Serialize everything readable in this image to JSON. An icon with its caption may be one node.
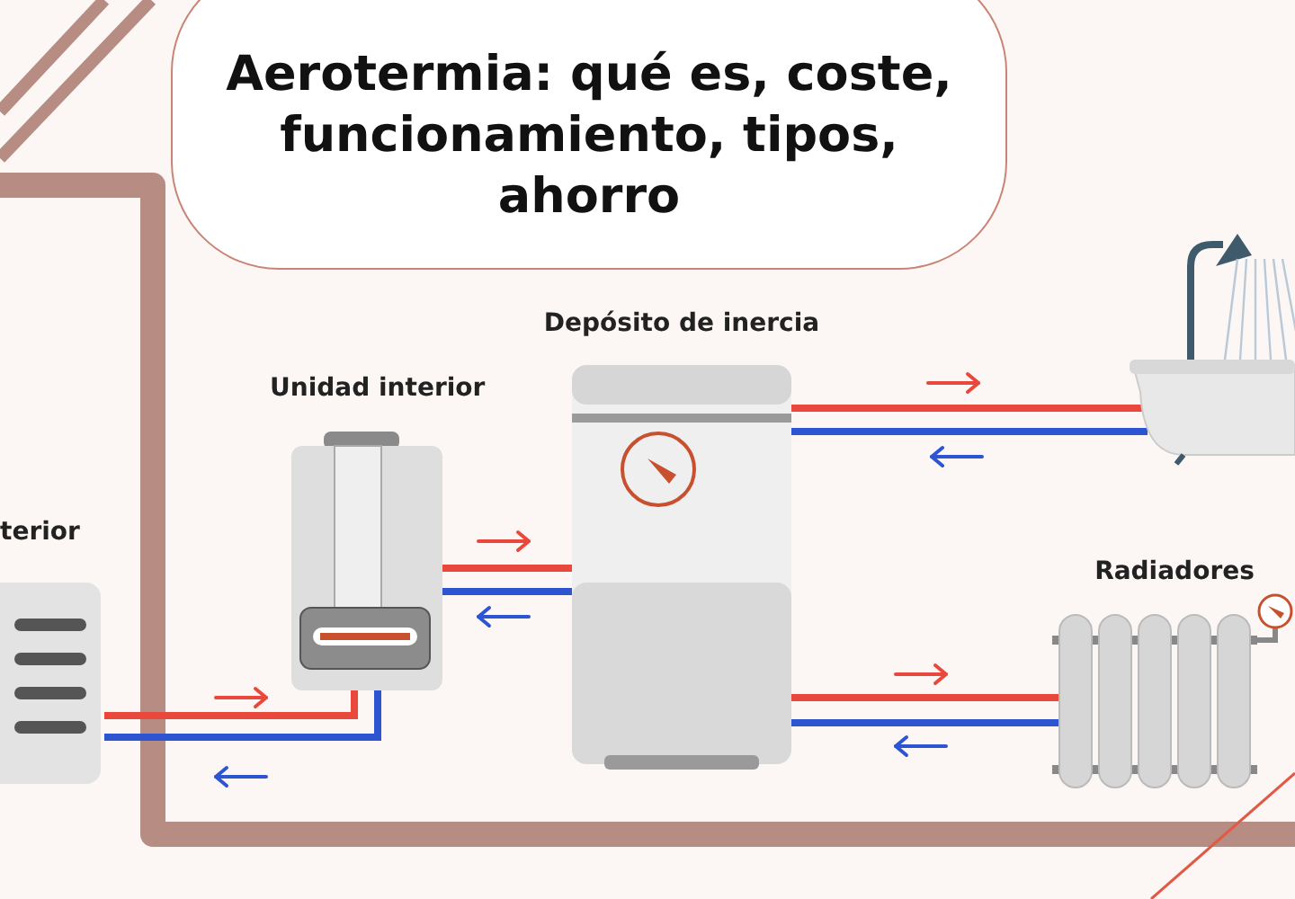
{
  "diagram": {
    "title": "Aerotermia: qué es, coste, funcionamiento, tipos, ahorro",
    "nodes": [
      {
        "text": [
          "terior"
        ]
      },
      {
        "text": [
          "Unidad interior"
        ]
      },
      {
        "text": [
          "Depósito de inercia"
        ]
      },
      {
        "text": [],
        "shape": "picture"
      },
      {
        "text": [
          "Radiadores"
        ]
      }
    ],
    "edges": [
      {
        "from": 0,
        "to": 1,
        "arrow": "none",
        "color": "#e8493c"
      },
      {
        "from": 0,
        "to": 1,
        "arrow": "none",
        "color": "#2d55d2"
      },
      {
        "from": 1,
        "to": 2,
        "arrow": "none",
        "color": "#e8493c"
      },
      {
        "from": 1,
        "to": 2,
        "arrow": "none",
        "color": "#2d55d2"
      },
      {
        "from": 2,
        "to": 3,
        "arrow": "none",
        "color": "#e8493c"
      },
      {
        "from": 2,
        "to": 3,
        "arrow": "none",
        "color": "#2d55d2"
      },
      {
        "from": 2,
        "to": 4,
        "arrow": "none",
        "color": "#e8493c"
      },
      {
        "from": 2,
        "to": 4,
        "arrow": "none",
        "color": "#2d55d2"
      }
    ]
  }
}
